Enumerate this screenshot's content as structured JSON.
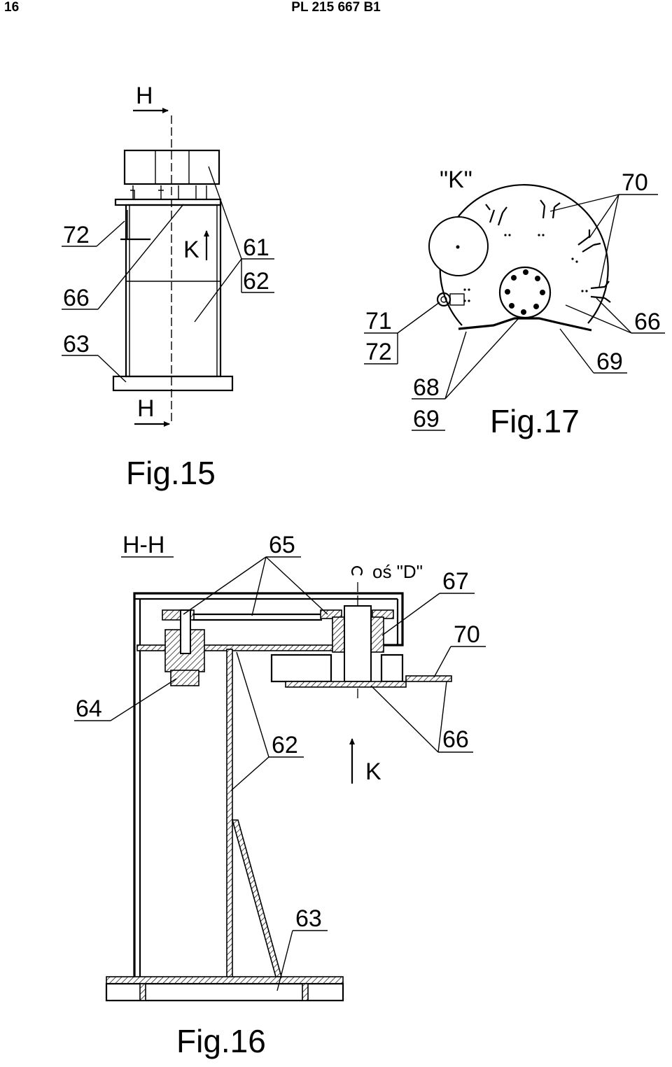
{
  "header": {
    "page_number": "16",
    "document_id": "PL 215 667 B1"
  },
  "fig15": {
    "caption": "Fig.15",
    "section_mark_top": "H",
    "section_mark_bottom": "H",
    "view_mark": "K",
    "labels": {
      "l72": "72",
      "l66": "66",
      "l63": "63",
      "l61": "61",
      "l62": "62"
    }
  },
  "fig17": {
    "caption": "Fig.17",
    "view_title": "\"K\"",
    "labels": {
      "l70": "70",
      "l71": "71",
      "l72": "72",
      "l66": "66",
      "l69a": "69",
      "l68": "68",
      "l69b": "69"
    }
  },
  "fig16": {
    "caption": "Fig.16",
    "section_title": "H-H",
    "axis_label": "oś \"D\"",
    "view_mark": "K",
    "labels": {
      "l65": "65",
      "l67": "67",
      "l70": "70",
      "l64": "64",
      "l62": "62",
      "l66": "66",
      "l63": "63"
    }
  }
}
